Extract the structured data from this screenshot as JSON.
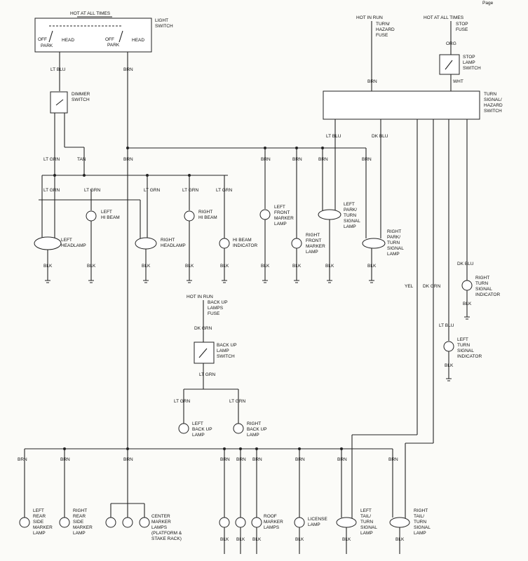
{
  "page_ref": "Page",
  "sources": {
    "hot_at_all_times_left": "HOT AT ALL TIMES",
    "hot_in_run_turn": "HOT IN RUN",
    "turn_hazard_fuse": [
      "TURN/",
      "HAZARD",
      "FUSE"
    ],
    "hot_at_all_times_right": "HOT AT ALL TIMES",
    "stop_fuse": [
      "STOP",
      "FUSE"
    ],
    "hot_in_run_backup": "HOT IN RUN",
    "backup_lamps_fuse": [
      "BACK UP",
      "LAMPS",
      "FUSE"
    ]
  },
  "switches": {
    "light_switch": [
      "LIGHT",
      "SWITCH"
    ],
    "off_left": "OFF",
    "park_left": "PARK",
    "head_left": "HEAD",
    "off_right": "OFF",
    "park_right": "PARK",
    "head_right": "HEAD",
    "dimmer_switch": [
      "DIMMER",
      "SWITCH"
    ],
    "stop_lamp_switch": [
      "STOP",
      "LAMP",
      "SWITCH"
    ],
    "turn_hazard_switch": [
      "TURN",
      "SIGNAL/",
      "HAZARD",
      "SWITCH"
    ],
    "backup_lamp_switch": [
      "BACK UP",
      "LAMP",
      "SWITCH"
    ]
  },
  "wires": {
    "lt_blu": "LT BLU",
    "brn": "BRN",
    "org": "ORG",
    "wht": "WHT",
    "lt_grn": "LT GRN",
    "tan": "TAN",
    "dk_blu": "DK BLU",
    "blk": "BLK",
    "yel": "YEL",
    "dk_grn": "DK GRN"
  },
  "lamps": {
    "left_headlamp": [
      "LEFT",
      "HEADLAMP"
    ],
    "left_hi_beam": [
      "LEFT",
      "HI BEAM"
    ],
    "right_headlamp": [
      "RIGHT",
      "HEADLAMP"
    ],
    "right_hi_beam": [
      "RIGHT",
      "HI BEAM"
    ],
    "hi_beam_indicator": [
      "HI BEAM",
      "INDICATOR"
    ],
    "left_front_marker": [
      "LEFT",
      "FRONT",
      "MARKER",
      "LAMP"
    ],
    "right_front_marker": [
      "RIGHT",
      "FRONT",
      "MARKER",
      "LAMP"
    ],
    "left_park_turn": [
      "LEFT",
      "PARK/",
      "TURN",
      "SIGNAL",
      "LAMP"
    ],
    "right_park_turn": [
      "RIGHT",
      "PARK/",
      "TURN",
      "SIGNAL",
      "LAMP"
    ],
    "right_turn_indicator": [
      "RIGHT",
      "TURN",
      "SIGNAL",
      "INDICATOR"
    ],
    "left_turn_indicator": [
      "LEFT",
      "TURN",
      "SIGNAL",
      "INDICATOR"
    ],
    "left_backup": [
      "LEFT",
      "BACK UP",
      "LAMP"
    ],
    "right_backup": [
      "RIGHT",
      "BACK UP",
      "LAMP"
    ],
    "left_rear_side_marker": [
      "LEFT",
      "REAR",
      "SIDE",
      "MARKER",
      "LAMP"
    ],
    "right_rear_side_marker": [
      "RIGHT",
      "REAR",
      "SIDE",
      "MARKER",
      "LAMP"
    ],
    "center_marker": [
      "CENTER",
      "MARKER",
      "LAMPS",
      "(PLATFORM &",
      "STAKE RACK)"
    ],
    "roof_marker": [
      "ROOF",
      "MARKER",
      "LAMPS"
    ],
    "license_lamp": [
      "LICENSE",
      "LAMP"
    ],
    "left_tail_turn": [
      "LEFT",
      "TAIL/",
      "TURN",
      "SIGNAL",
      "LAMP"
    ],
    "right_tail_turn": [
      "RIGHT",
      "TAIL/",
      "TURN",
      "SIGNAL",
      "LAMP"
    ]
  }
}
